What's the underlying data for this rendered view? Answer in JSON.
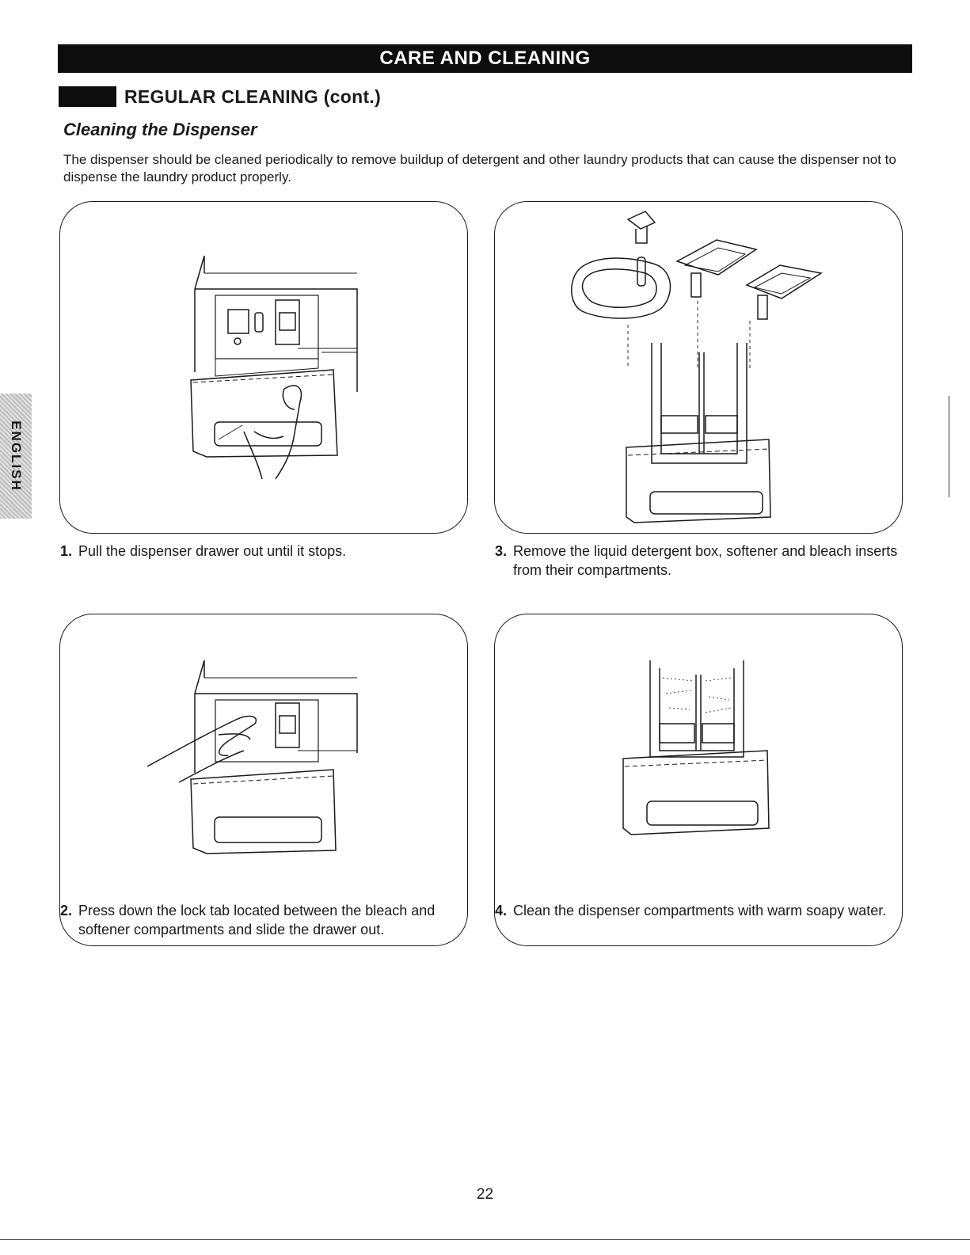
{
  "header": {
    "banner": "CARE AND CLEANING"
  },
  "section": {
    "title": "REGULAR CLEANING (cont.)",
    "subtitle": "Cleaning the Dispenser",
    "intro": "The dispenser should be cleaned periodically to remove buildup of detergent and other laundry products that can cause the dispenser not to dispense the laundry product properly."
  },
  "steps": [
    {
      "num": "1.",
      "text": "Pull the dispenser drawer out until it stops."
    },
    {
      "num": "2.",
      "text": "Press down the lock tab located between the bleach and softener compartments and slide the drawer out."
    },
    {
      "num": "3.",
      "text": "Remove the liquid detergent box, softener and bleach inserts from their compartments."
    },
    {
      "num": "4.",
      "text": "Clean the dispenser compartments with warm soapy water."
    }
  ],
  "side_tab": {
    "label": "ENGLISH"
  },
  "footer": {
    "page_number": "22"
  }
}
